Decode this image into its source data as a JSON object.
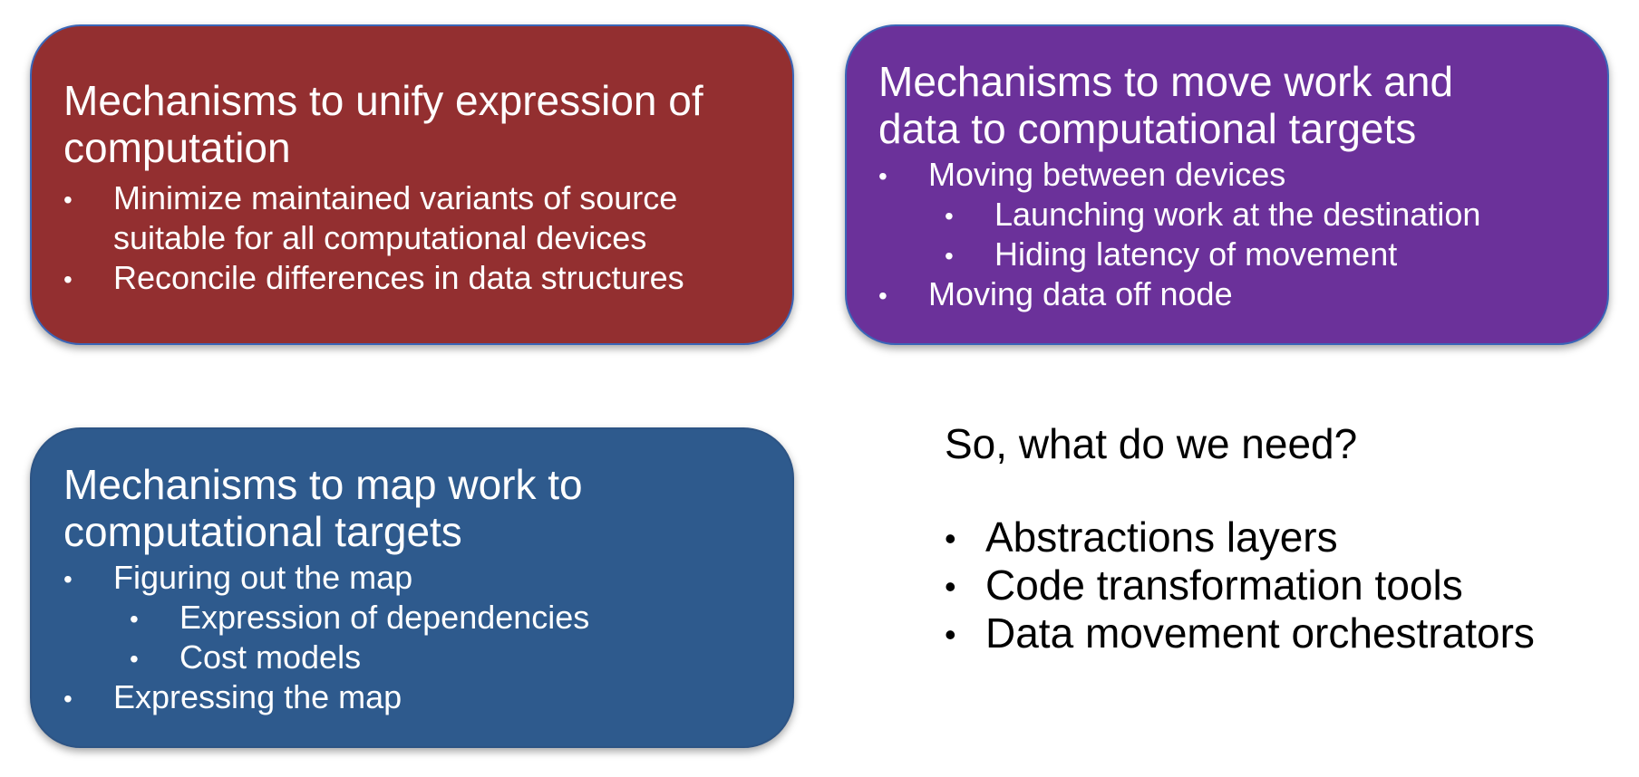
{
  "colors": {
    "red_box": "#932f30",
    "purple_box": "#6b319a",
    "blue_box": "#2e5a8d",
    "box_border": "#3a66b8",
    "box_text": "#ffffff",
    "page_text": "#000000"
  },
  "boxes": {
    "unify": {
      "title_line1": "Mechanisms to unify expression of",
      "title_line2": "computation",
      "bullets": [
        {
          "line1": "Minimize maintained variants of source",
          "line2": "suitable for all computational devices"
        },
        {
          "line1": "Reconcile differences in data structures"
        }
      ]
    },
    "move": {
      "title_line1": "Mechanisms to move work and",
      "title_line2": "data to computational targets",
      "bullets": [
        {
          "text": "Moving between devices"
        },
        {
          "text": "Launching work at the destination"
        },
        {
          "text": "Hiding latency of movement"
        },
        {
          "text": "Moving data off node"
        }
      ]
    },
    "map": {
      "title_line1": "Mechanisms to map work to",
      "title_line2": "computational targets",
      "bullets": [
        {
          "text": "Figuring out the map"
        },
        {
          "text": "Expression of dependencies"
        },
        {
          "text": "Cost models"
        },
        {
          "text": "Expressing the map"
        }
      ]
    }
  },
  "summary": {
    "question": "So, what do we need?",
    "items": [
      "Abstractions layers",
      "Code transformation tools",
      "Data movement orchestrators"
    ]
  },
  "bullet_glyph": "•"
}
